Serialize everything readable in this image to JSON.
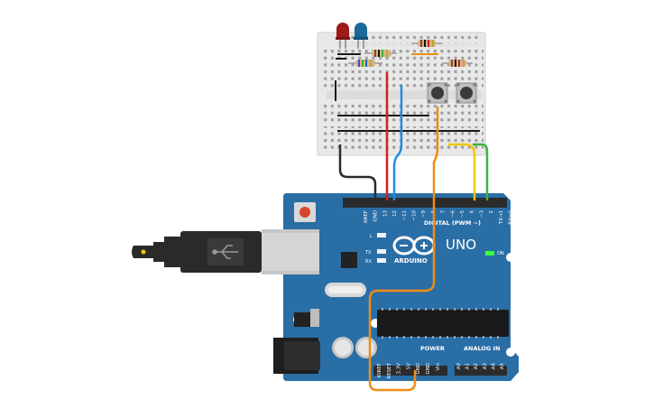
{
  "arduino": {
    "model": "UNO",
    "brand": "ARDUINO",
    "header_digital": "DIGITAL (PWM ~)",
    "header_power": "POWER",
    "header_analog": "ANALOG IN",
    "on_label": "ON",
    "l_label": "L",
    "tx_label": "TX",
    "rx_label": "RX",
    "digital_pins": [
      "AREF",
      "GND",
      "13",
      "12",
      "~11",
      "~10",
      "~9",
      "8",
      "7",
      "~6",
      "~5",
      "4",
      "~3",
      "2",
      "TX→1",
      "RX←0"
    ],
    "power_pins": [
      "IOREF",
      "RESET",
      "3.3V",
      "5V",
      "GND",
      "GND",
      "Vin"
    ],
    "analog_pins": [
      "A0",
      "A1",
      "A2",
      "A3",
      "A4",
      "A5"
    ]
  },
  "colors": {
    "board": "#2a6ea6",
    "breadboard": "#e8e8e8",
    "wire_black": "#2b2b2b",
    "wire_red": "#d42020",
    "wire_blue": "#1e8fd8",
    "wire_orange": "#f08c14",
    "wire_yellow": "#f0c800",
    "wire_green": "#3cb43c",
    "led_red": "#9c1a1a",
    "led_blue": "#1c6a99"
  }
}
